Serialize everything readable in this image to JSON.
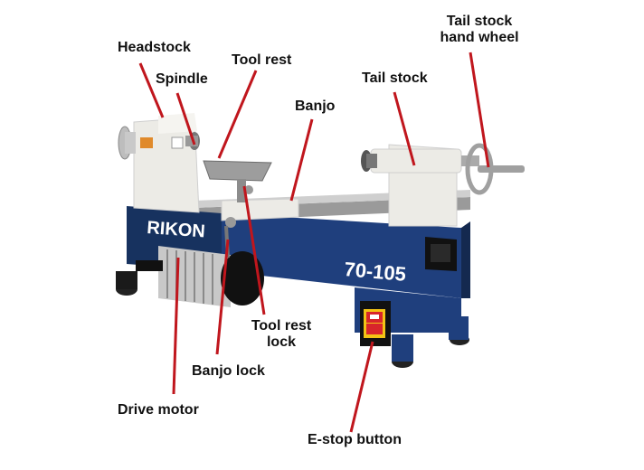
{
  "diagram": {
    "brand": "RIKON",
    "model": "70-105",
    "colors": {
      "body_blue": "#1f3f7d",
      "casting_white": "#ecebe6",
      "steel": "#b9b9b9",
      "leader_red": "#c0161d",
      "estop_red": "#d8252b",
      "estop_yellow": "#f3c315"
    },
    "labels": {
      "headstock": "Headstock",
      "spindle": "Spindle",
      "tool_rest": "Tool rest",
      "banjo": "Banjo",
      "tail_stock": "Tail stock",
      "tail_stock_hand_wheel_1": "Tail stock",
      "tail_stock_hand_wheel_2": "hand wheel",
      "tool_rest_lock_1": "Tool rest",
      "tool_rest_lock_2": "lock",
      "banjo_lock": "Banjo lock",
      "drive_motor": "Drive motor",
      "estop_button": "E-stop button"
    }
  }
}
